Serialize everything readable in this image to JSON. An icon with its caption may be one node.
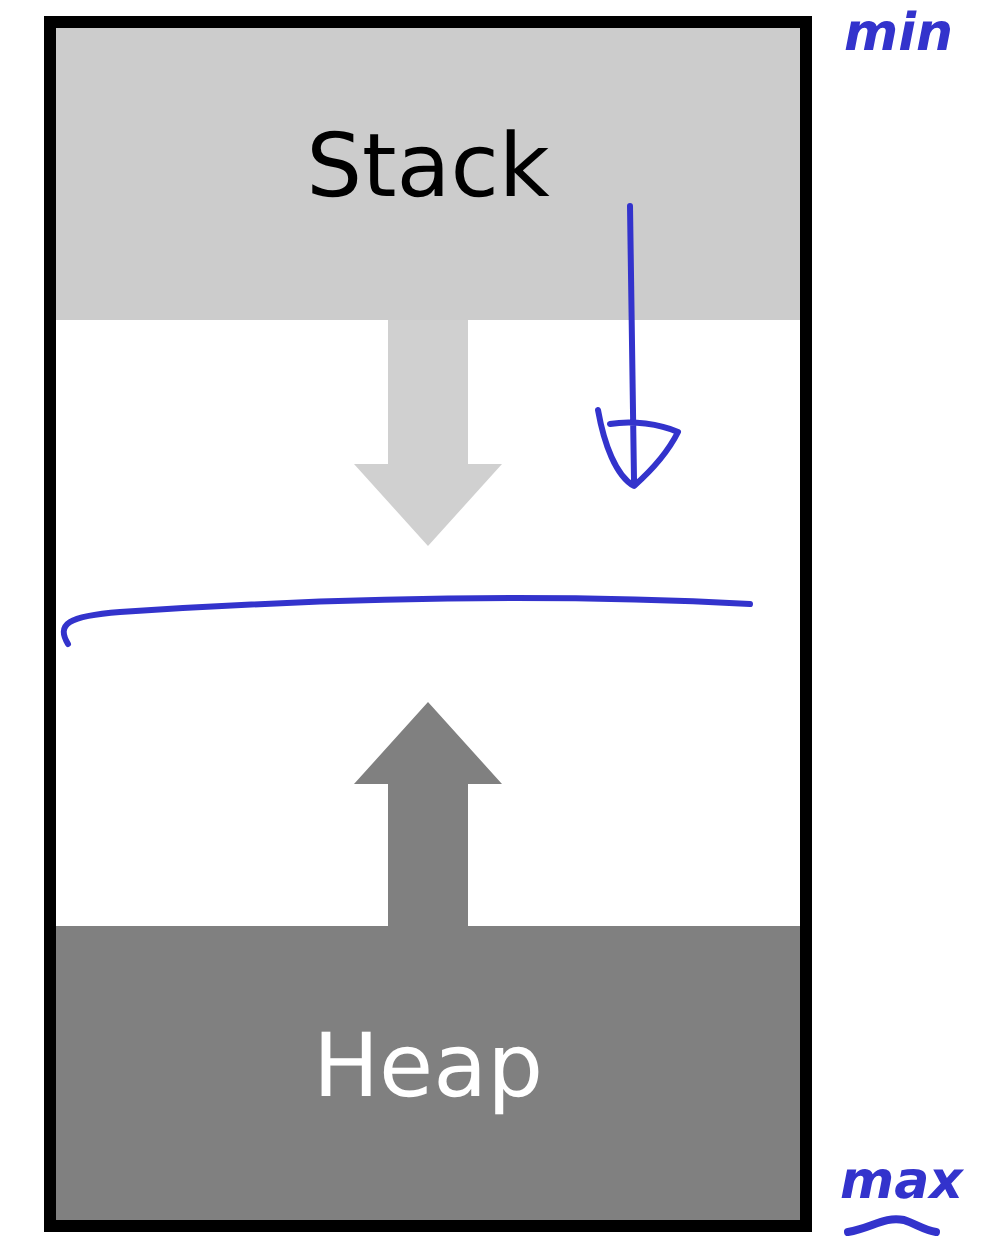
{
  "diagram": {
    "nodes": [
      {
        "text": [],
        "shape": "box"
      },
      {
        "text": [
          "Stack"
        ],
        "in": 0
      },
      {
        "text": [
          "Heap"
        ],
        "in": 0
      }
    ],
    "edges": [
      {
        "from": 1,
        "to": null,
        "arrow": "to",
        "style": "thick",
        "color": "#d0d0d0"
      },
      {
        "from": 2,
        "to": null,
        "arrow": "to",
        "style": "thick",
        "color": "#808080"
      }
    ],
    "labels": [
      "min",
      "max"
    ]
  }
}
